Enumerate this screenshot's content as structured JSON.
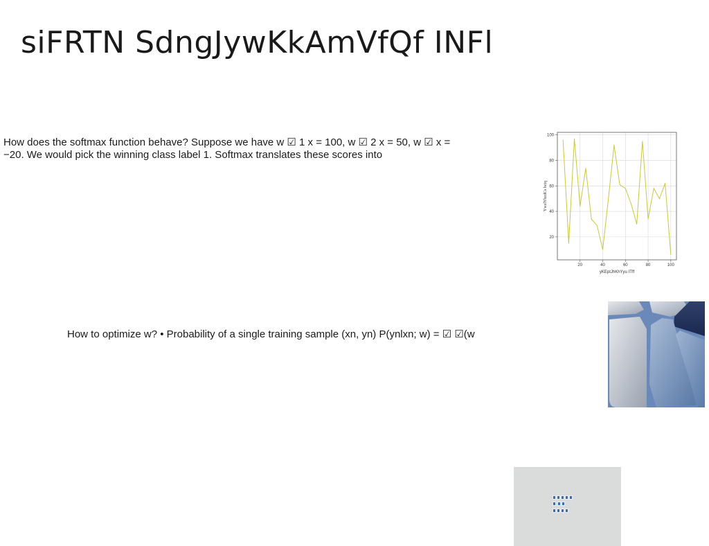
{
  "slide": {
    "title": "siFRTN SdngJywKkAmVfQf INFl",
    "paragraph_1": "How does the softmax function behave? Suppose we have w ☑ 1 x = 100, w ☑ 2 x = 50, w ☑ x = −20. We would pick the winning class label 1. Softmax translates these scores into",
    "paragraph_2": "How to optimize w? • Probability of a single training sample (xn, yn) P(ynlxn; w) = ☑ ☑(w",
    "images": [
      "abstract-blue-tiles-photo",
      "blue-keycaps-photo"
    ]
  },
  "chart_data": {
    "type": "line",
    "x": [
      5,
      10,
      15,
      20,
      25,
      30,
      35,
      40,
      45,
      50,
      55,
      60,
      65,
      70,
      75,
      80,
      85,
      90,
      95,
      100
    ],
    "series": [
      {
        "values": [
          96,
          15,
          97,
          44,
          74,
          34,
          29,
          10,
          50,
          92,
          61,
          58,
          46,
          30,
          95,
          34,
          58,
          50,
          62,
          6
        ],
        "color": "#c8c83c"
      }
    ],
    "xlabel": "yKEptJhKhYyu ITff",
    "ylabel": "YwzlYbzdCs hctq",
    "xticks": [
      20,
      40,
      60,
      80,
      100
    ],
    "yticks": [
      20,
      40,
      60,
      80,
      100
    ],
    "xlim": [
      0,
      105
    ],
    "ylim": [
      2,
      102
    ],
    "grid": true
  }
}
